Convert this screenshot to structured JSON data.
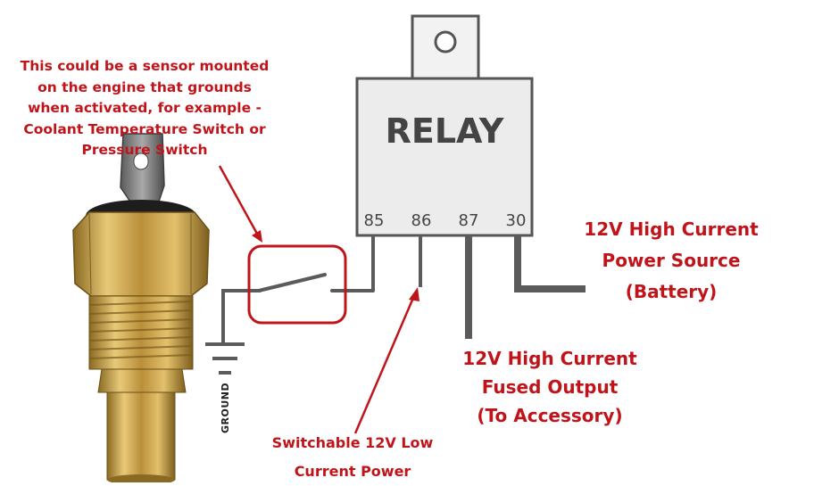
{
  "relay": {
    "title": "RELAY",
    "pins": [
      "85",
      "86",
      "87",
      "30"
    ]
  },
  "ground_label": "GROUND",
  "annotations": {
    "sensor": [
      "This could be a sensor mounted",
      "on the engine that grounds",
      "when activated, for example -",
      "Coolant Temperature Switch or",
      "Pressure Switch"
    ],
    "power_source": [
      "12V High Current",
      "Power Source",
      "(Battery)"
    ],
    "fused_output": [
      "12V High Current",
      "Fused Output",
      "(To Accessory)"
    ],
    "switchable": [
      "Switchable 12V Low",
      "Current Power"
    ]
  },
  "colors": {
    "annotation": "#c0141b",
    "wire": "#5b5b5b",
    "relay_border": "#555555",
    "relay_fill": "#ececec",
    "brass": "#c9a24b"
  }
}
